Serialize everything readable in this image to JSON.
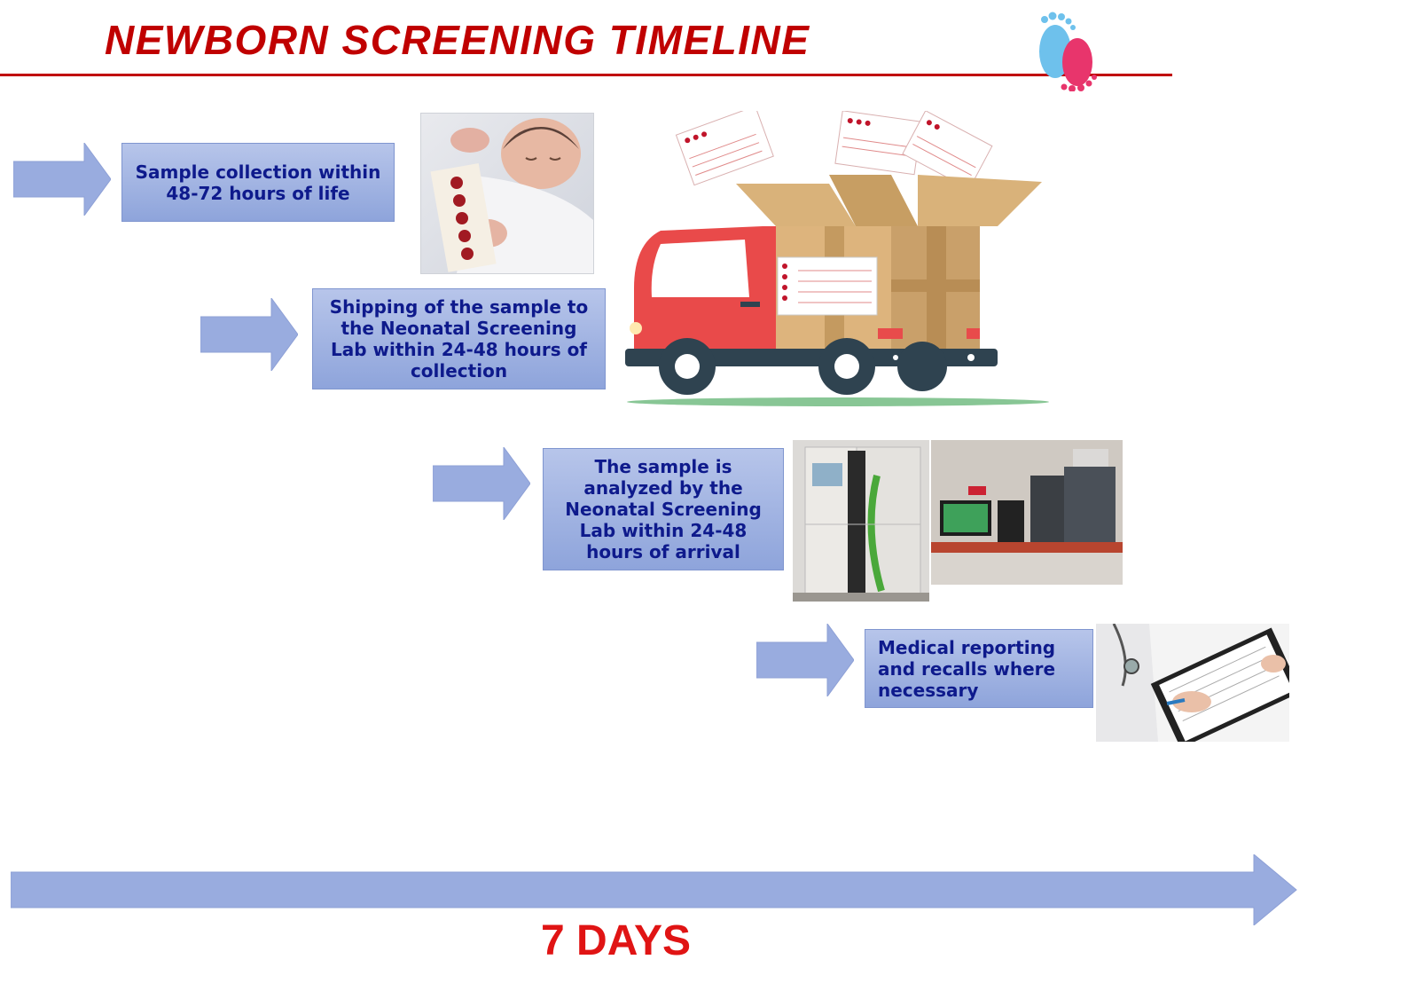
{
  "header": {
    "title": "NEWBORN SCREENING TIMELINE"
  },
  "steps": [
    {
      "label": "Sample collection within 48-72 hours of life"
    },
    {
      "label": "Shipping of the sample to the Neonatal Screening Lab within 24-48 hours of collection"
    },
    {
      "label": "The sample is analyzed by the Neonatal Screening Lab within 24-48 hours of arrival"
    },
    {
      "label": "Medical reporting and recalls where necessary"
    }
  ],
  "timeline": {
    "duration_label": "7 DAYS"
  },
  "colors": {
    "title": "#c00000",
    "box_fill": "#a6b7e4",
    "box_text": "#0e1a8c",
    "arrow_fill": "#99acdf",
    "days": "#e01414"
  },
  "icons": [
    "baby-feet-icon",
    "arrow-right-icon",
    "truck-illustration",
    "newborn-photo",
    "lab-equipment-photo",
    "doctor-clipboard-photo"
  ]
}
